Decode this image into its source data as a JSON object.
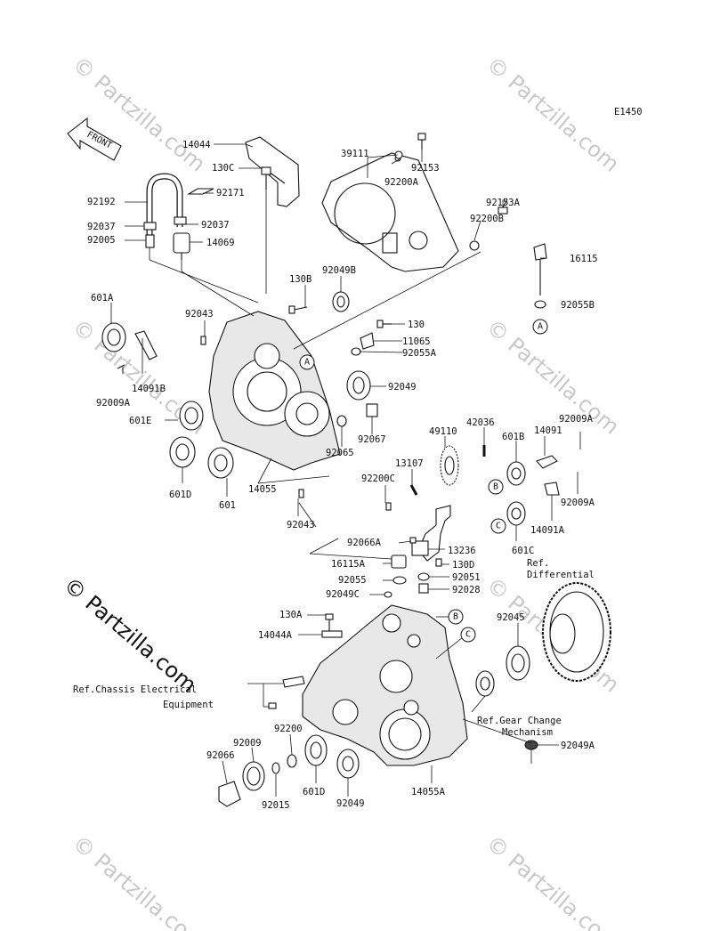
{
  "diagram_code": "E1450",
  "front_label": "FRONT",
  "copyright": "© Partzilla.com",
  "watermark": "© Partzilla.com",
  "callout_labels": [
    "A",
    "B",
    "C"
  ],
  "parts": {
    "p14044": "14044",
    "p130C": "130C",
    "p92171": "92171",
    "p92192": "92192",
    "p92037a": "92037",
    "p92037b": "92037",
    "p92005": "92005",
    "p14069": "14069",
    "p39111": "39111",
    "p92153": "92153",
    "p92200A": "92200A",
    "p92153A": "92153A",
    "p92200B": "92200B",
    "p16115": "16115",
    "p92055B": "92055B",
    "p130B": "130B",
    "p92049B": "92049B",
    "p601A": "601A",
    "p92043a": "92043",
    "p130": "130",
    "p11065": "11065",
    "p92055A": "92055A",
    "p14091B": "14091B",
    "p92009A_l": "92009A",
    "p92049": "92049",
    "p601E": "601E",
    "p92067": "92067",
    "p42036": "42036",
    "p92009A_r1": "92009A",
    "p49110": "49110",
    "p601B": "601B",
    "p14091": "14091",
    "p92065": "92065",
    "p13107": "13107",
    "p601D_u": "601D",
    "p601": "601",
    "p14055": "14055",
    "p92200C": "92200C",
    "p92009A_r2": "92009A",
    "p14091A": "14091A",
    "p92043b": "92043",
    "p601C": "601C",
    "p92066A": "92066A",
    "p13236": "13236",
    "p16115A": "16115A",
    "p130D": "130D",
    "p92055": "92055",
    "p92051": "92051",
    "p92049C": "92049C",
    "p92028": "92028",
    "p130A": "130A",
    "p14044A": "14044A",
    "p92045": "92045",
    "p92049A": "92049A",
    "p92200": "92200",
    "p92009": "92009",
    "p92066": "92066",
    "p601D_l": "601D",
    "p92015": "92015",
    "p92049_l": "92049",
    "p14055A": "14055A"
  },
  "references": {
    "diff_1": "Ref.",
    "diff_2": "Differential",
    "chassis_1": "Ref.Chassis Electrical",
    "chassis_2": "Equipment",
    "gear_1": "Ref.Gear Change",
    "gear_2": "Mechanism"
  }
}
